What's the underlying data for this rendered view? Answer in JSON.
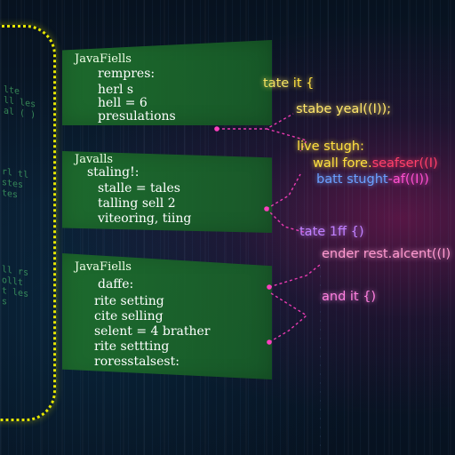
{
  "panels": [
    {
      "title": "JavaFiells",
      "lines": [
        "rempres:",
        "herl  s",
        "hell  =  6",
        "presulations"
      ]
    },
    {
      "title": "Javalls",
      "lines": [
        "staling!:",
        "stalle  =  tales",
        "talling  sell  2",
        "viteoring, tiing"
      ]
    },
    {
      "title": "JavaFiells",
      "lines": [
        "daffe:",
        "rite  setting",
        "cite  selling",
        "selent  =  4  brather",
        "rite  settting",
        "roresstalsest:"
      ]
    }
  ],
  "code_lines": [
    {
      "parts": [
        {
          "text": "tate",
          "color": "#f0e060"
        },
        {
          "text": " it {",
          "color": "#ffe040"
        }
      ]
    },
    {
      "parts": [
        {
          "text": "stabe yeal((I));",
          "color": "#ffe66a"
        }
      ]
    },
    {
      "parts": [
        {
          "text": "live stugh:",
          "color": "#ffe040"
        }
      ]
    },
    {
      "parts": [
        {
          "text": "wall fore.",
          "color": "#ffe040"
        },
        {
          "text": "seafser((I)",
          "color": "#ff3f6a"
        }
      ]
    },
    {
      "parts": [
        {
          "text": "batt stught",
          "color": "#6aa0ff"
        },
        {
          "text": "-af((I))",
          "color": "#ff4fd0"
        }
      ]
    },
    {
      "parts": [
        {
          "text": "tate 1ff {)",
          "color": "#c080ff"
        }
      ]
    },
    {
      "parts": [
        {
          "text": "ender rest.alcent((I)",
          "color": "#ff9ad0"
        }
      ]
    },
    {
      "parts": [
        {
          "text": "and it {)",
          "color": "#ff80e0"
        }
      ]
    }
  ],
  "ghost_text": [
    "lte",
    "ll les",
    "al  ( )",
    "rl tl",
    "stes",
    "tes",
    "ll rs",
    "ollt",
    "t les",
    "s"
  ],
  "colors": {
    "panel": "#1f6e2d",
    "connector": "#ff3fbf",
    "brace": "#e6e600",
    "glow": "#a0145a"
  }
}
